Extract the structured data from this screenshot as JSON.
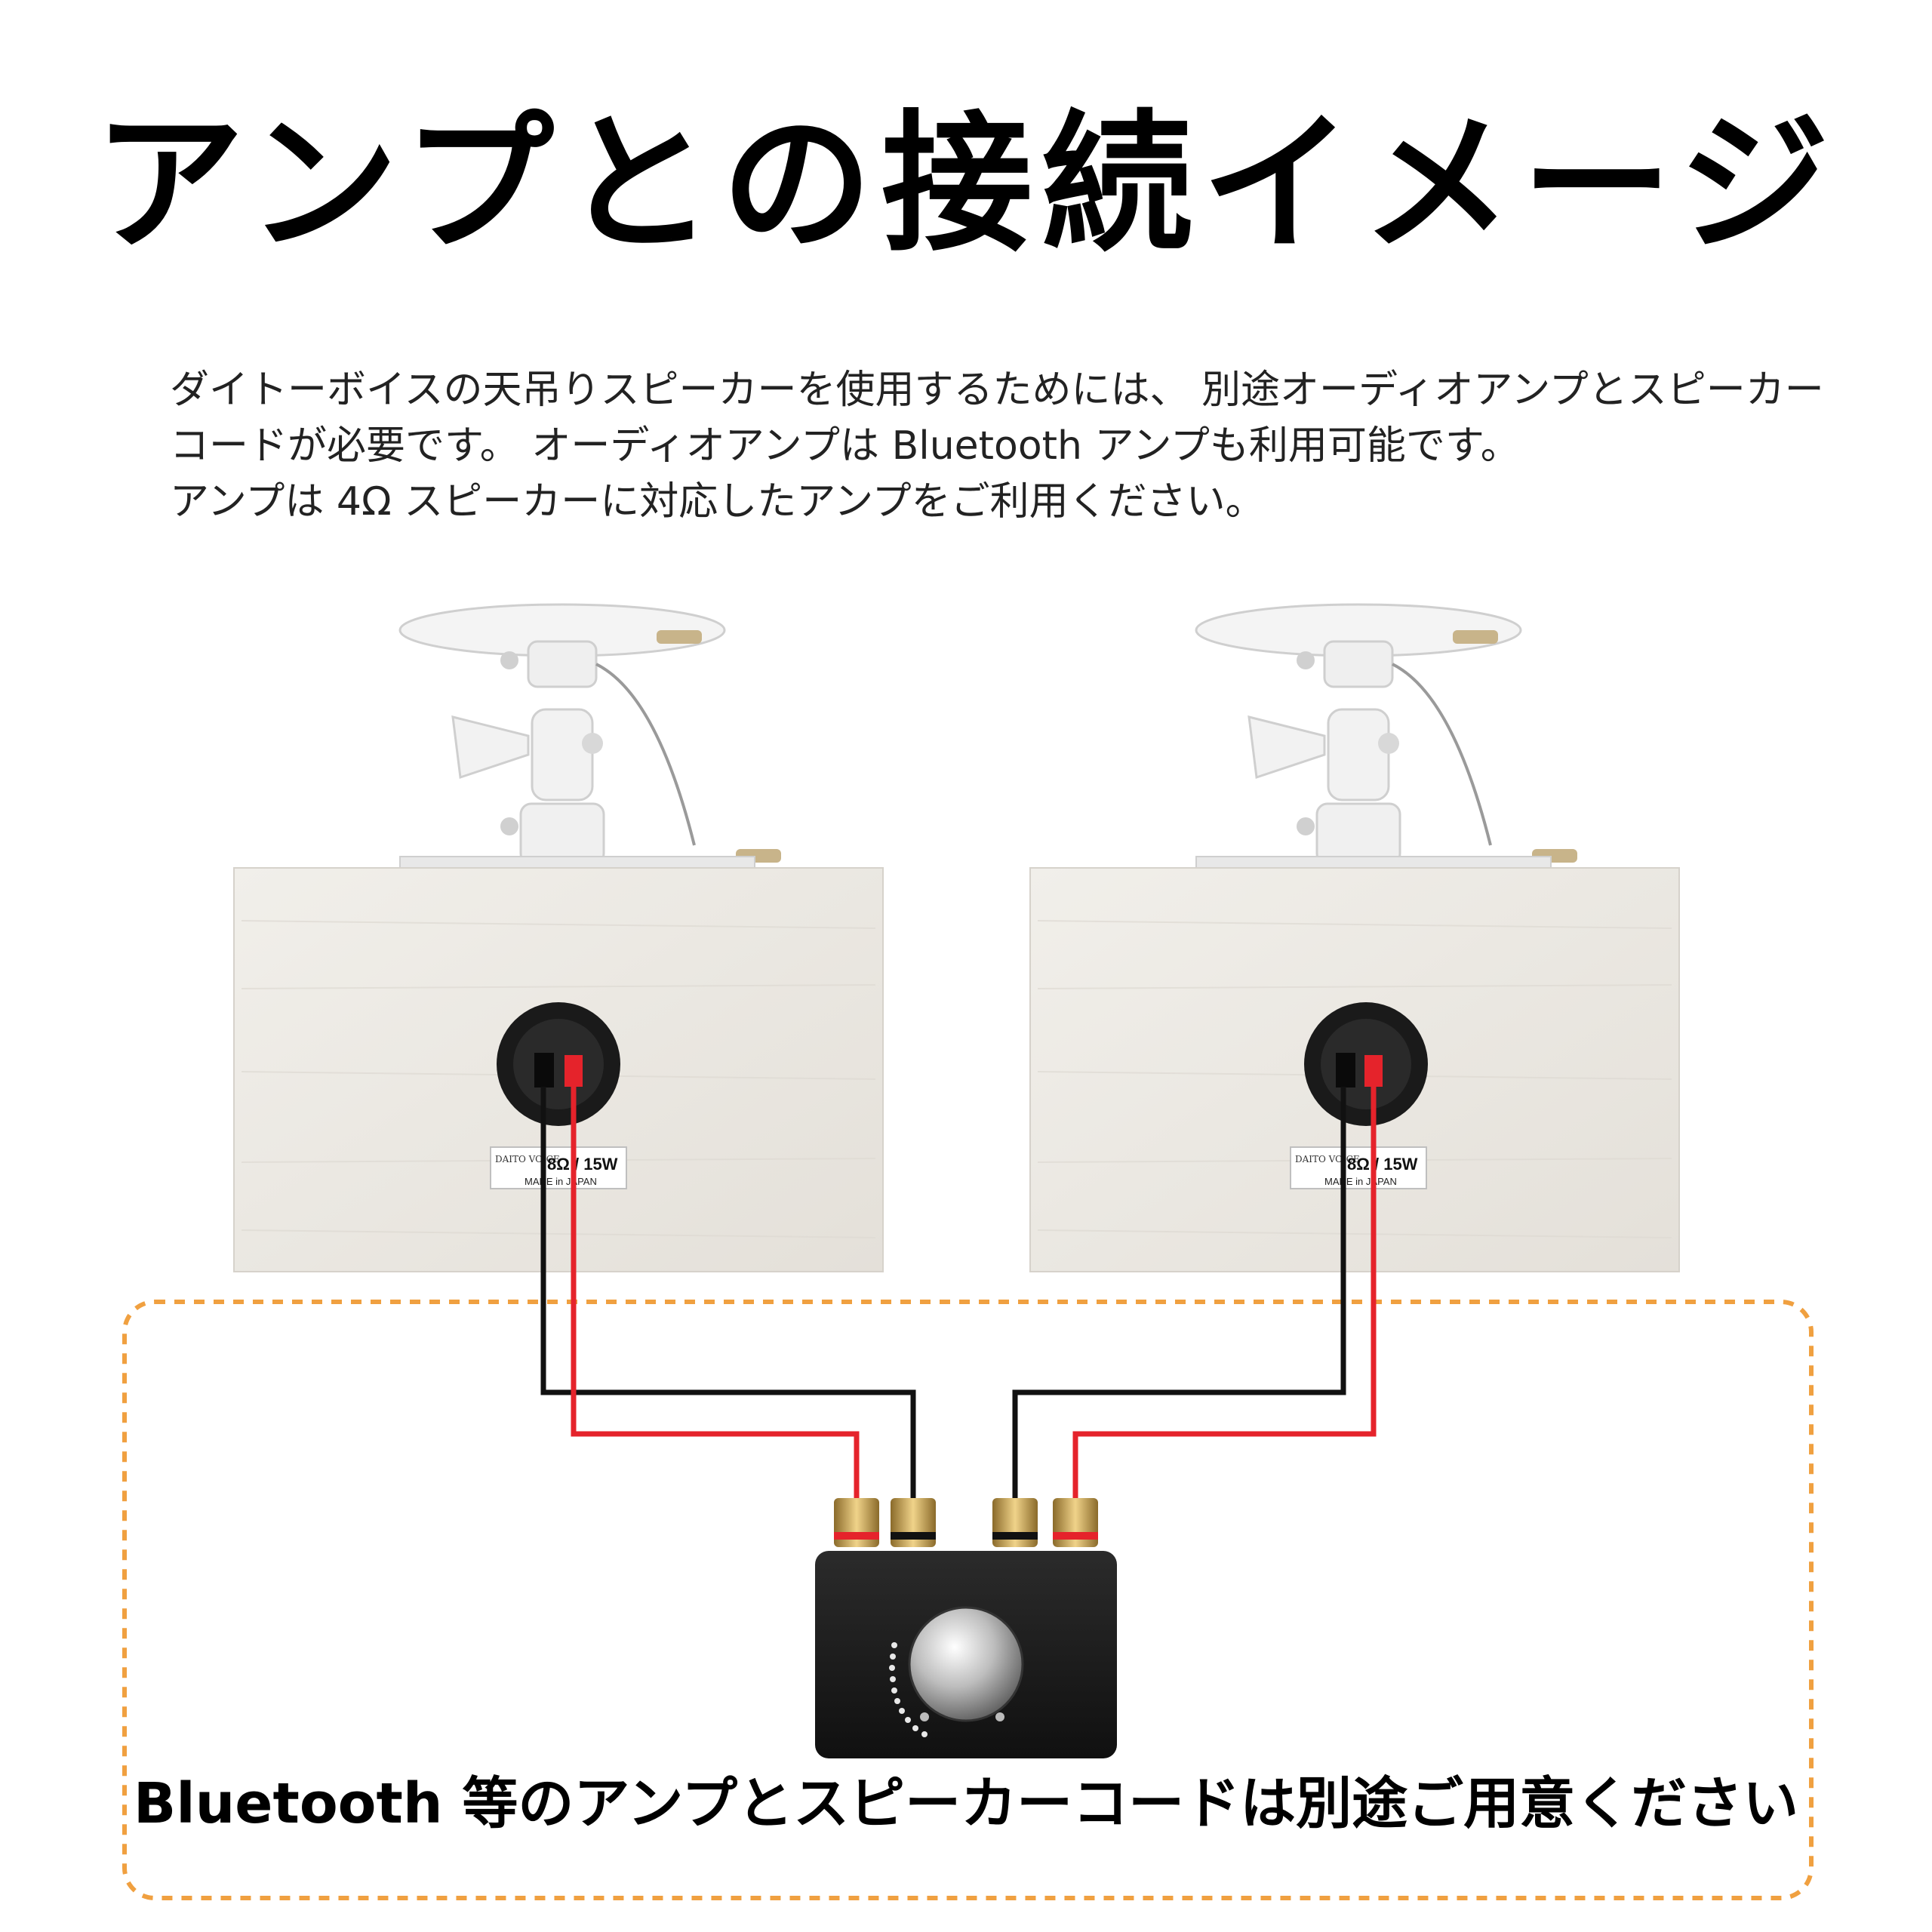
{
  "title": "アンプとの接続イメージ",
  "description": {
    "line1": "ダイトーボイスの天吊りスピーカーを使用するためには、 別途オーディオアンプとスピーカー",
    "line2": "コードが必要です。 オーディオアンプは Bluetooth アンプも利用可能です。",
    "line3": "アンプは 4Ω スピーカーに対応したアンプをご利用ください。"
  },
  "speaker_label": {
    "brand": "DAITO VOICE",
    "spec": "8Ω / 15W",
    "origin": "MADE in JAPAN"
  },
  "footer": "Bluetooth 等のアンプとスピーカーコードは別途ご用意ください",
  "colors": {
    "wire_red": "#e5232b",
    "wire_black": "#111111",
    "dashed_border": "#f0a040",
    "wood": "#ece9e4",
    "amp_body": "#1c1c1c",
    "terminal_gold": "#c9a45a"
  },
  "icons": [
    "ceiling-mount-bracket-icon",
    "speaker-terminal-icon",
    "amplifier-icon",
    "volume-knob-icon"
  ]
}
